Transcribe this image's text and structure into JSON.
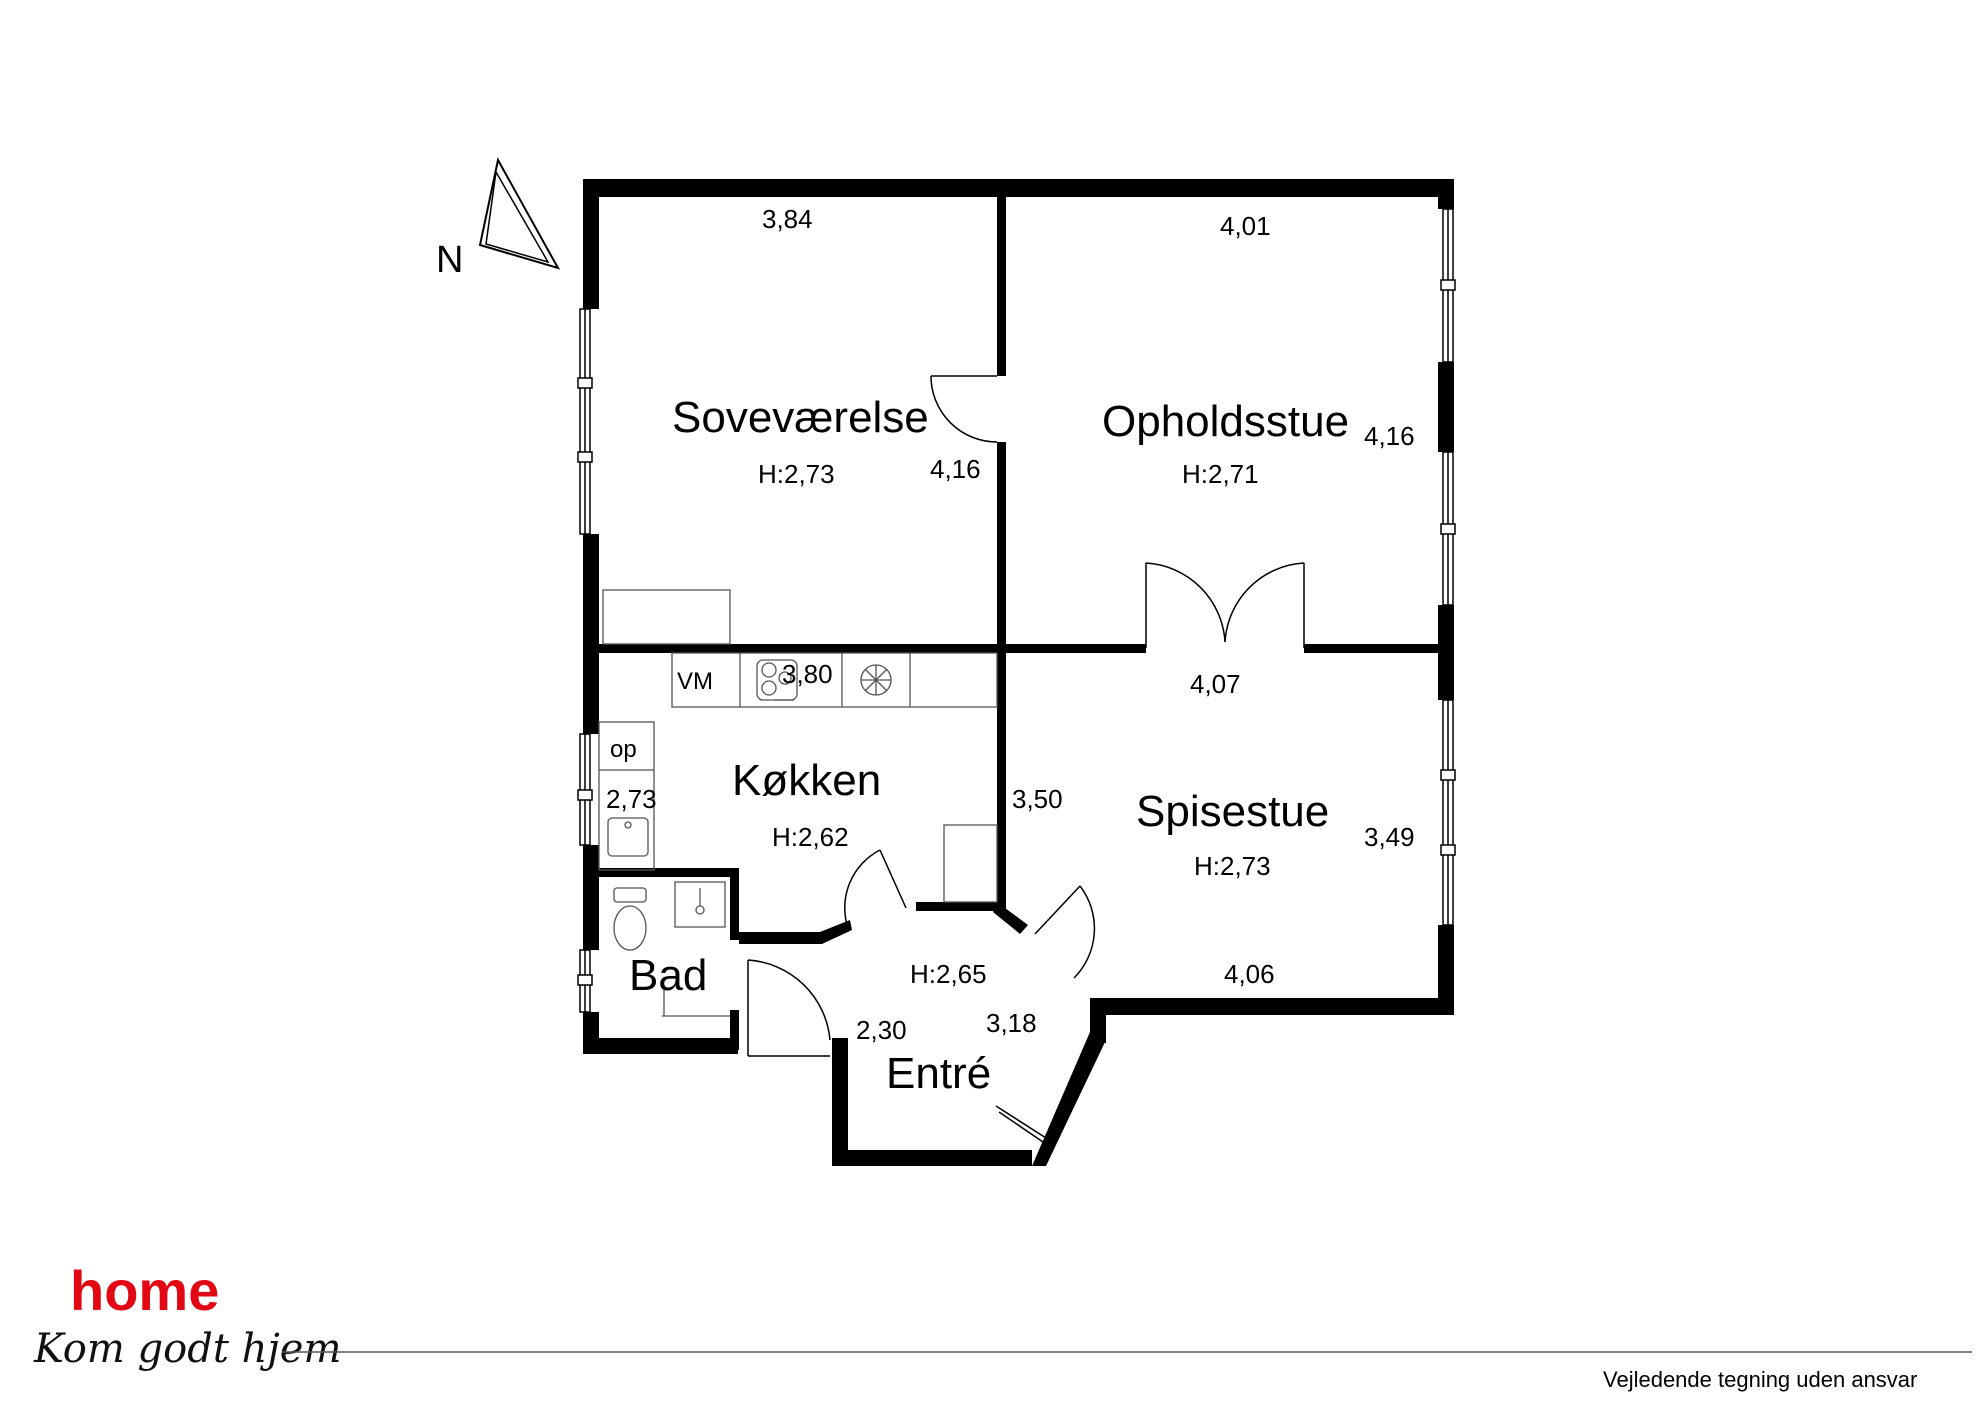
{
  "north_label": "N",
  "rooms": {
    "sovevaerelse": {
      "name": "Soveværelse",
      "height": "H:2,73",
      "width": "3,84",
      "depth": "4,16"
    },
    "opholdsstue": {
      "name": "Opholdsstue",
      "height": "H:2,71",
      "width": "4,01",
      "depth": "4,16"
    },
    "kokken": {
      "name": "Køkken",
      "height": "H:2,62",
      "width": "3,80",
      "depth": "2,73",
      "appliance_wm": "VM",
      "appliance_op": "op"
    },
    "spisestue": {
      "name": "Spisestue",
      "height": "H:2,73",
      "width_top": "4,07",
      "width_bottom": "4,06",
      "depth_left": "3,50",
      "depth_right": "3,49"
    },
    "bad": {
      "name": "Bad"
    },
    "entre": {
      "name": "Entré",
      "height": "H:2,65",
      "dim_a": "2,30",
      "dim_b": "3,18"
    }
  },
  "footer": {
    "logo": "home",
    "tagline": "Kom godt hjem",
    "disclaimer": "Vejledende tegning uden ansvar"
  },
  "colors": {
    "wall": "#000000",
    "brand": "#e30613",
    "line": "#555555"
  }
}
